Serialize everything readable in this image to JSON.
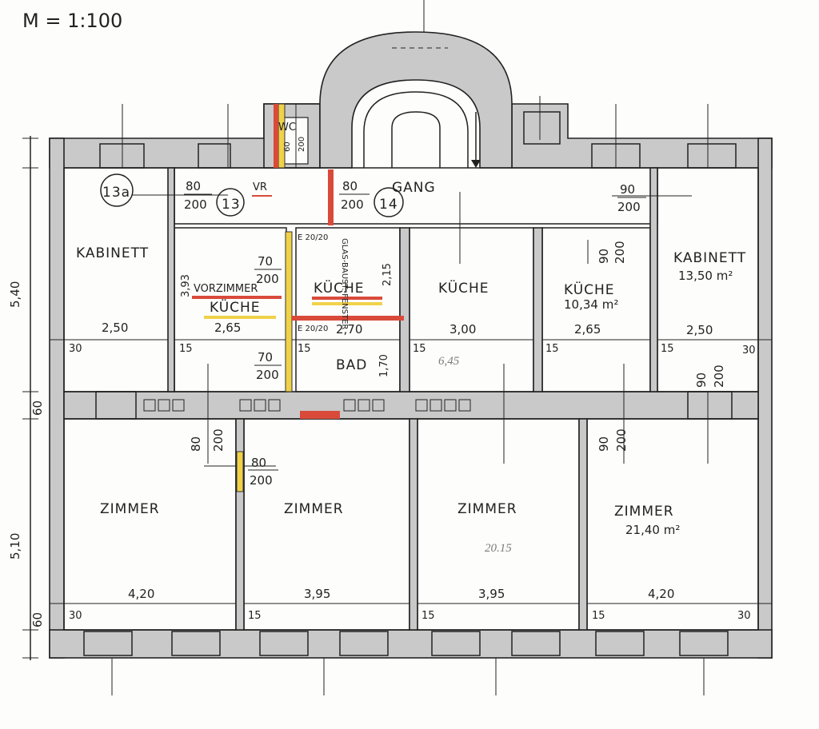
{
  "scale": "M = 1:100",
  "rooms": {
    "kabinett_left": "KABINETT",
    "vorzimmer": "VORZIMMER",
    "kuche_small": "KÜCHE",
    "kuche_mid": "KÜCHE",
    "kuche_3": "KÜCHE",
    "kuche_4": "KÜCHE",
    "kuche_4_area": "10,34 m²",
    "kabinett_right": "KABINETT",
    "kabinett_right_area": "13,50 m²",
    "gang": "GANG",
    "bad": "BAD",
    "wc": "WC",
    "vr": "VR",
    "zimmer1": "ZIMMER",
    "zimmer2": "ZIMMER",
    "zimmer3": "ZIMMER",
    "zimmer4": "ZIMMER",
    "zimmer4_area": "21,40 m²",
    "glass_window": "GLAS-BAUST.-FENSTER"
  },
  "unit_markers": {
    "m13a": "13a",
    "m13": "13",
    "m14": "14"
  },
  "dims": {
    "d250a": "2,50",
    "d265a": "2,65",
    "d270": "2,70",
    "d300": "3,00",
    "d265b": "2,65",
    "d250b": "2,50",
    "d420a": "4,20",
    "d395a": "3,95",
    "d395b": "3,95",
    "d420b": "4,20",
    "w30": "30",
    "w15": "15",
    "w30r": "30",
    "h540": "5,40",
    "h60a": "60",
    "h510": "5,10",
    "h60b": "60",
    "h393": "3,93",
    "h215": "2,15",
    "h170": "1,70",
    "e2020a": "E 20/20",
    "e2020b": "E 20/20",
    "door80": "80",
    "door70": "70",
    "door90": "90",
    "door60": "60",
    "door200": "200"
  },
  "pencil_notes": {
    "n645": "6,45",
    "n2015": "20.15"
  }
}
